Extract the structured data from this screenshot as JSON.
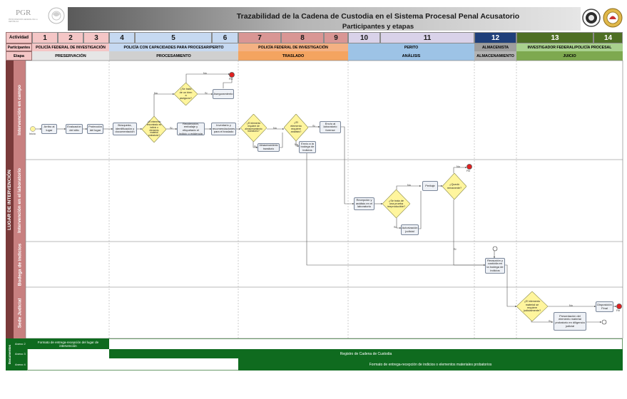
{
  "header": {
    "org": "PGR",
    "org_subtitle": "PROCURADURÍA GENERAL DE LA REPÚBLICA",
    "title": "Trazabilidad de la Cadena de Custodia en el Sistema Procesal Penal Acusatorio",
    "subtitle": "Participantes y etapas"
  },
  "rows": {
    "actividad_label": "Actividad",
    "participantes_label": "Participantes",
    "etapa_label": "Etapa"
  },
  "activities": [
    "1",
    "2",
    "3",
    "4",
    "5",
    "6",
    "7",
    "8",
    "9",
    "10",
    "11",
    "12",
    "13",
    "14"
  ],
  "participants": [
    "POLICÍA FEDERAL DE INVESTIGACIÓN",
    "POLICÍA CON CAPACIDADES PARA PROCESAR/PERITO",
    "POLICÍA FEDERAL DE INVESTIGACIÓN",
    "PERITO",
    "ALMACENISTA",
    "INVESTIGADOR FEDERAL/POLICÍA PROCESAL"
  ],
  "stages": [
    "PRESERVACIÓN",
    "PROCESAMIENTO",
    "TRASLADO",
    "ANÁLISIS",
    "ALMACENAMIENTO",
    "JUICIO"
  ],
  "colors": {
    "banner": "#8c8c8c",
    "act_pink": "#f4c6c6",
    "act_blue": "#c6d9f1",
    "act_salmon": "#d99694",
    "act_lavender": "#d9d2e9",
    "act_navy": "#1f3f7a",
    "act_green": "#4e6f24",
    "diamond": "#fff59d",
    "doc_green": "#0f6b1f"
  },
  "lanes": {
    "outer": "LUGAR DE INTERVENCIÓN",
    "campo": "Intervención en campo",
    "laboratorio": "Intervención en el laboratorio",
    "bodega": "Bodega de indicios",
    "sede": "Sede Judicial"
  },
  "nodes": {
    "inicio": "Inicio",
    "fin1": "Fin",
    "fin2": "Fin",
    "fin3": "Fin",
    "arribo": "Arribo al lugar",
    "evaluacion": "Evaluación del sitio",
    "proteccion": "Protección del lugar",
    "busqueda": "Búsqueda, identificación y documentación",
    "d_elemento": "¿El elemento encontrado es indicio o elemento material probatorio?",
    "d_bien": "¿Se trata de un bien a asegurar?",
    "aseguramiento": "Aseguramiento",
    "recoleccion": "Recolección, embalaje y etiquetado el indicio o evidencia",
    "inventario": "Inventario y recomendaciones para el traslado",
    "d_almac": "¿El elemento requiere de almacenamiento transitorio?",
    "almac_trans": "Almacenamiento transitorio",
    "d_analisis": "¿El elemento requiere análisis?",
    "envio_lab": "Envío al laboratorio forense",
    "envio_bodega": "Envío a la bodega de indicios",
    "recepcion_lab": "Recepción y análisis en el laboratorio",
    "d_irreproducible": "¿Se trata de una prueba irreproducible?",
    "autorizacion": "Autorización judicial",
    "peritaje": "Peritaje",
    "d_remanente": "¿Quedó remanente?",
    "recepcion_bodega": "Recepción y custodia en la bodega de indicios",
    "d_judicial": "¿El elemento material se requiere judicialmente?",
    "presentacion": "Presentación del elemento material probatorio en diligencia judicial",
    "disposicion": "Disposición Final",
    "no": "No",
    "si": "Sí"
  },
  "documents": {
    "section": "Documentos",
    "annex2": "Anexo 2",
    "annex3": "Anexo 3",
    "annex4": "Anexo 4",
    "doc2": "Formato de entrega-recepción del lugar de intervención",
    "doc3": "Registro de Cadena de Custodia",
    "doc4": "Formato de entrega-recepción de indicios o elementos materiales probatorios"
  }
}
